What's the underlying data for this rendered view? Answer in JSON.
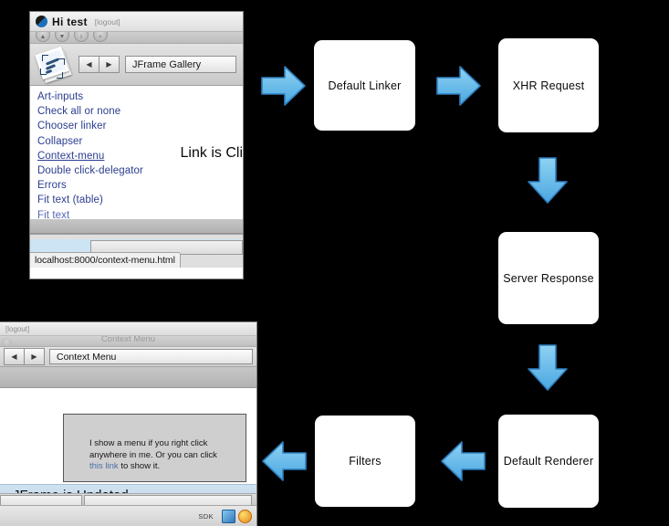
{
  "flowchart": {
    "boxes": [
      {
        "id": "default-linker",
        "label": "Default Linker"
      },
      {
        "id": "xhr-request",
        "label": "XHR Request"
      },
      {
        "id": "server-response",
        "label": "Server Response"
      },
      {
        "id": "default-renderer",
        "label": "Default Renderer"
      },
      {
        "id": "filters",
        "label": "Filters"
      }
    ],
    "arrow_color": "#5fb3e8",
    "arrow_stroke": "#2f7fc0",
    "box_color": "#ffffff",
    "background": "#000000"
  },
  "window1": {
    "title": "Hi test",
    "logout": "[logout]",
    "nav": {
      "back": "◀",
      "forward": "▶",
      "breadcrumb": "JFrame Gallery"
    },
    "toolbar_glyphs": [
      "▲",
      "▼",
      "i",
      "⌕"
    ],
    "links": [
      {
        "label": "Art-inputs",
        "state": "normal"
      },
      {
        "label": "Check all or none",
        "state": "normal"
      },
      {
        "label": "Chooser linker",
        "state": "normal"
      },
      {
        "label": "Collapser",
        "state": "normal"
      },
      {
        "label": "Context-menu",
        "state": "active"
      },
      {
        "label": "Double click-delegator",
        "state": "normal"
      },
      {
        "label": "Errors",
        "state": "normal"
      },
      {
        "label": "Fit text (table)",
        "state": "normal"
      },
      {
        "label": "Fit text",
        "state": "faded"
      }
    ],
    "overlay_text": "Link is Click",
    "status_url": "localhost:8000/context-menu.html"
  },
  "window2": {
    "logout": "[logout]",
    "ghost_title": "Context Menu",
    "nav": {
      "back": "◀",
      "forward": "▶",
      "breadcrumb": "Context Menu"
    },
    "content": {
      "text_before": "I show a menu if you right click anywhere in me. Or you can click ",
      "link": "this link",
      "text_after": " to show it."
    },
    "banner": "JFrame is Updated",
    "status": {
      "sdk_label": "SDK",
      "icons": [
        "blue-app-icon",
        "orange-swirl-icon"
      ]
    }
  }
}
